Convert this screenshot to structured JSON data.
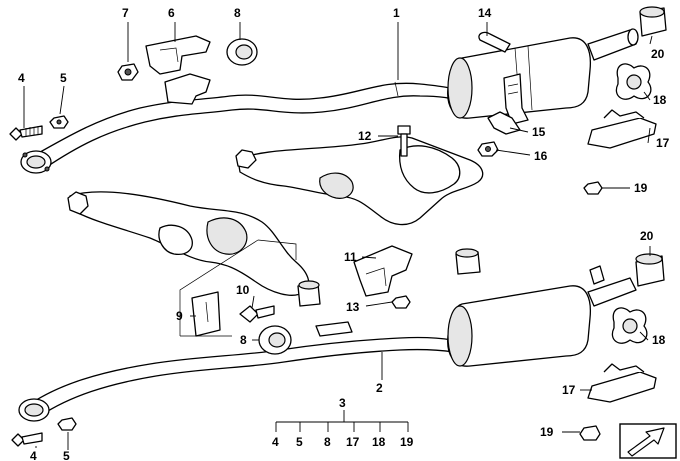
{
  "labels": {
    "l1": "1",
    "l2": "2",
    "l3": "3",
    "l4a": "4",
    "l5a": "5",
    "l6": "6",
    "l7": "7",
    "l8a": "8",
    "l9": "9",
    "l10": "10",
    "l11": "11",
    "l12": "12",
    "l13": "13",
    "l14": "14",
    "l15": "15",
    "l16": "16",
    "l17a": "17",
    "l18a": "18",
    "l19a": "19",
    "l20a": "20",
    "l8b": "8",
    "l17b": "17",
    "l18b": "18",
    "l19b": "19",
    "l20b": "20",
    "l4b": "4",
    "l5b": "5"
  },
  "kit_row": [
    "4",
    "5",
    "8",
    "17",
    "18",
    "19"
  ],
  "nav_icon": "arrow-icon"
}
